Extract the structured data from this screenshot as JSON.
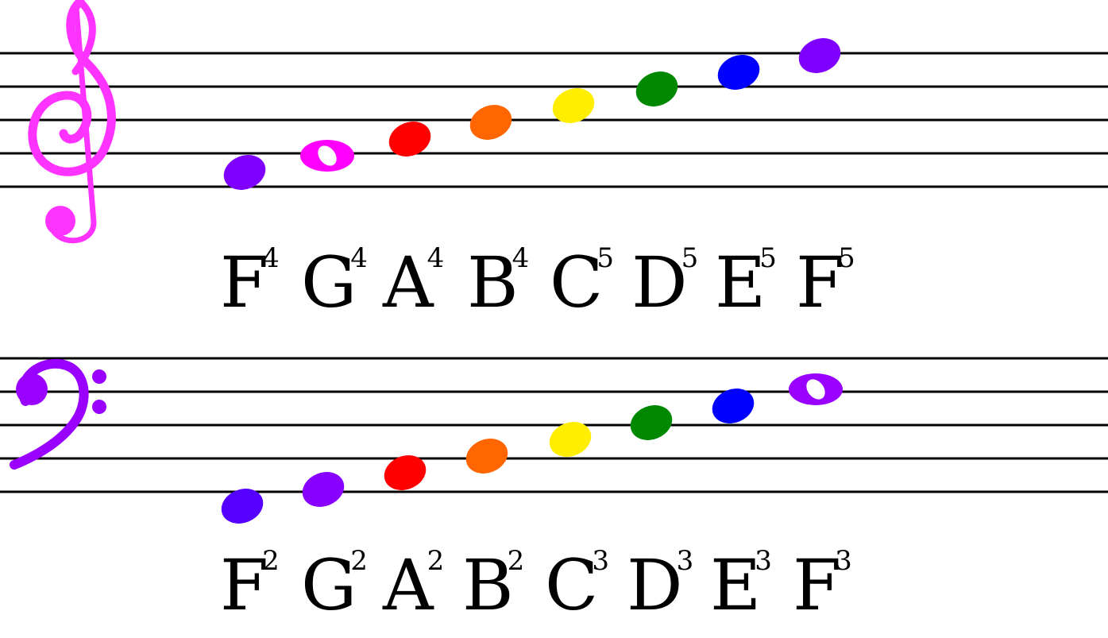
{
  "treble": {
    "clef_icon": "treble-clef-icon",
    "clef_color": "#ff33ff",
    "notes": [
      {
        "letter": "F",
        "octave": "4",
        "color": "#7f00ff",
        "open": false
      },
      {
        "letter": "G",
        "octave": "4",
        "color": "#ff00ff",
        "open": true
      },
      {
        "letter": "A",
        "octave": "4",
        "color": "#ff0000",
        "open": false
      },
      {
        "letter": "B",
        "octave": "4",
        "color": "#ff6600",
        "open": false
      },
      {
        "letter": "C",
        "octave": "5",
        "color": "#ffee00",
        "open": false
      },
      {
        "letter": "D",
        "octave": "5",
        "color": "#008800",
        "open": false
      },
      {
        "letter": "E",
        "octave": "5",
        "color": "#0000ff",
        "open": false
      },
      {
        "letter": "F",
        "octave": "5",
        "color": "#7f00ff",
        "open": false
      }
    ]
  },
  "bass": {
    "clef_icon": "bass-clef-icon",
    "clef_color": "#9900ff",
    "notes": [
      {
        "letter": "F",
        "octave": "2",
        "color": "#5500ff",
        "open": false
      },
      {
        "letter": "G",
        "octave": "2",
        "color": "#8800ff",
        "open": false
      },
      {
        "letter": "A",
        "octave": "2",
        "color": "#ff0000",
        "open": false
      },
      {
        "letter": "B",
        "octave": "2",
        "color": "#ff6600",
        "open": false
      },
      {
        "letter": "C",
        "octave": "3",
        "color": "#ffee00",
        "open": false
      },
      {
        "letter": "D",
        "octave": "3",
        "color": "#008800",
        "open": false
      },
      {
        "letter": "E",
        "octave": "3",
        "color": "#0000ff",
        "open": false
      },
      {
        "letter": "F",
        "octave": "3",
        "color": "#9900ff",
        "open": true
      }
    ]
  }
}
